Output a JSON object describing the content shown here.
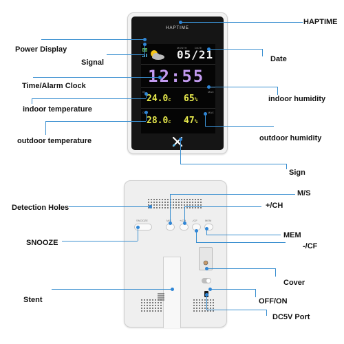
{
  "front": {
    "brand": "HAPTIME",
    "date": "05/21",
    "time": "12:55",
    "indoor_temp": "24.0",
    "indoor_temp_unit": "c",
    "indoor_humidity": "65",
    "outdoor_temp": "28.0",
    "outdoor_temp_unit": "c",
    "outdoor_humidity": "47",
    "humidity_unit": "%",
    "lcd_month_label": "MONTH",
    "lcd_date_label": "DATE",
    "lcd_in_label": "IN",
    "lcd_out_label": "OUT",
    "lcd_max_label": "MAX"
  },
  "back": {
    "snooze_label": "SNOOZE",
    "ms_label": "M/S",
    "ch_label": "+/CH",
    "cf_label": "-/CF",
    "mem_label": "MEM"
  },
  "callouts": {
    "haptime": "HAPTIME",
    "power_display": "Power Display",
    "signal": "Signal",
    "date": "Date",
    "time_alarm_clock": "Time/Alarm Clock",
    "indoor_humidity": "indoor humidity",
    "indoor_temperature": "indoor temperature",
    "outdoor_humidity": "outdoor humidity",
    "outdoor_temperature": "outdoor temperature",
    "sign": "Sign",
    "ms": "M/S",
    "detection_holes": "Detection Holes",
    "ch": "+/CH",
    "snooze": "SNOOZE",
    "mem": "MEM",
    "cf": "-/CF",
    "cover": "Cover",
    "stent": "Stent",
    "off_on": "OFF/ON",
    "dc5v_port": "DC5V Port"
  },
  "colors": {
    "leader_line": "#3a8fd0",
    "leader_dot": "#2f86d6",
    "time_digits": "#c39bf0",
    "date_digits": "#f2f2f2",
    "indoor_digits": "#e6e84c",
    "outdoor_digits": "#e6e84c",
    "weather_sun": "#f5c518",
    "weather_cloud": "#bbbbbb"
  },
  "icons": {
    "weather": "partly-cloudy-icon",
    "battery": "battery-icon",
    "signal": "signal-icon",
    "sign": "x-logo-icon"
  }
}
